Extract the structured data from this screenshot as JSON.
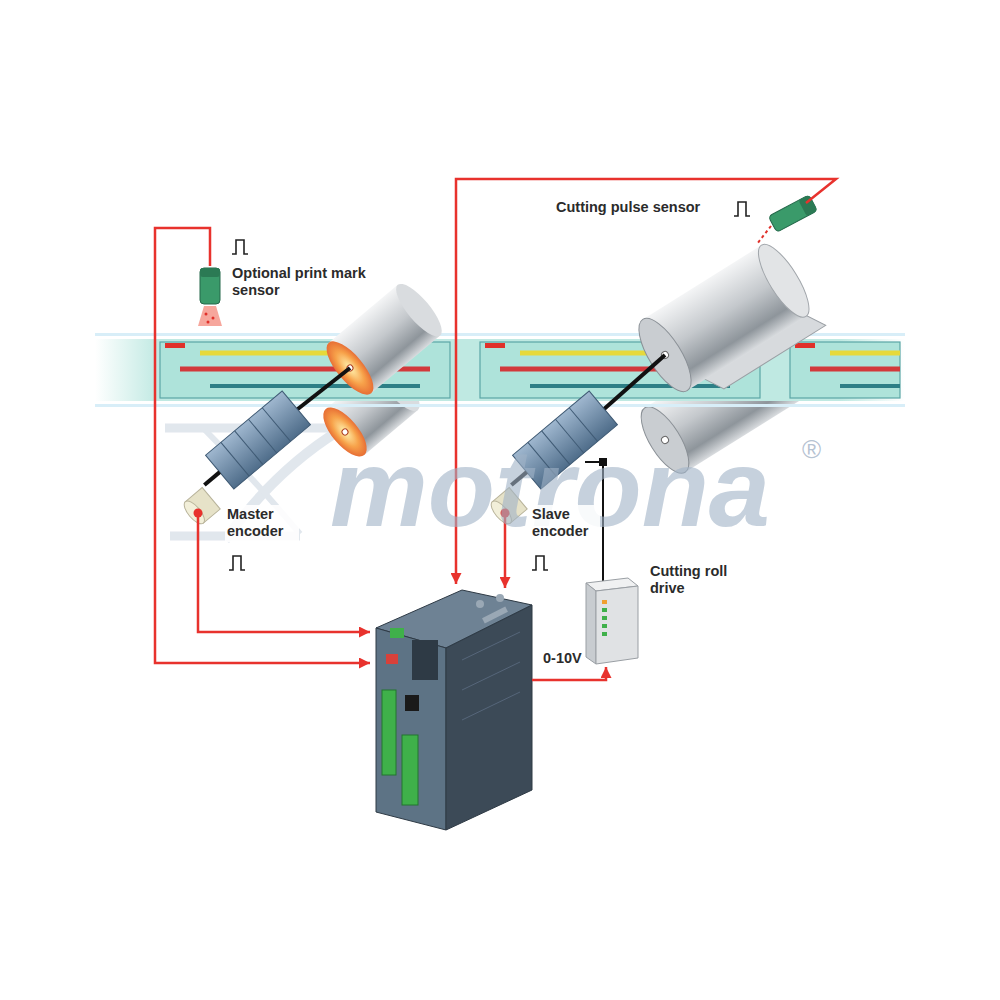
{
  "diagram": {
    "labels": [
      "Optional print mark sensor",
      "Master encoder",
      "Cutting pulse sensor",
      "Slave encoder",
      "Cutting roll drive",
      "0-10V",
      "motrona",
      "®"
    ]
  }
}
